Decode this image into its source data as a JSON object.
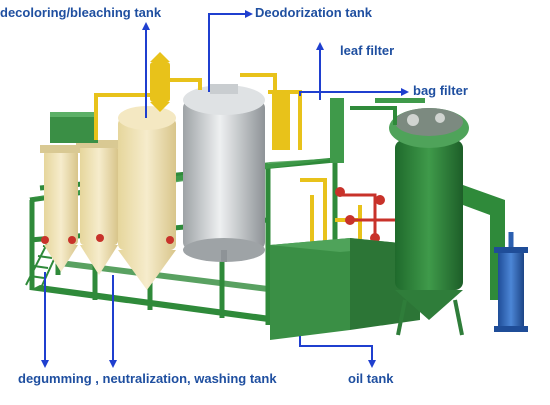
{
  "labels": {
    "decoloring": "decoloring/bleaching tank",
    "deodorization": "Deodorization tank",
    "leaf_filter": "leaf filter",
    "bag_filter": "bag filter",
    "degumming": "degumming , neutralization, washing tank",
    "oil_tank": "oil tank"
  },
  "colors": {
    "label_text": "#1f4fa0",
    "arrow": "#1f3fcf",
    "frame_green": "#2f8a3a",
    "tank_cream": "#efe3b8",
    "tank_silver": "#c9cdd0",
    "pipe_yellow": "#e8c21a",
    "pipe_red": "#c8322a",
    "filter_green": "#2f7d3a",
    "blue_exchanger": "#2b5fb0"
  }
}
